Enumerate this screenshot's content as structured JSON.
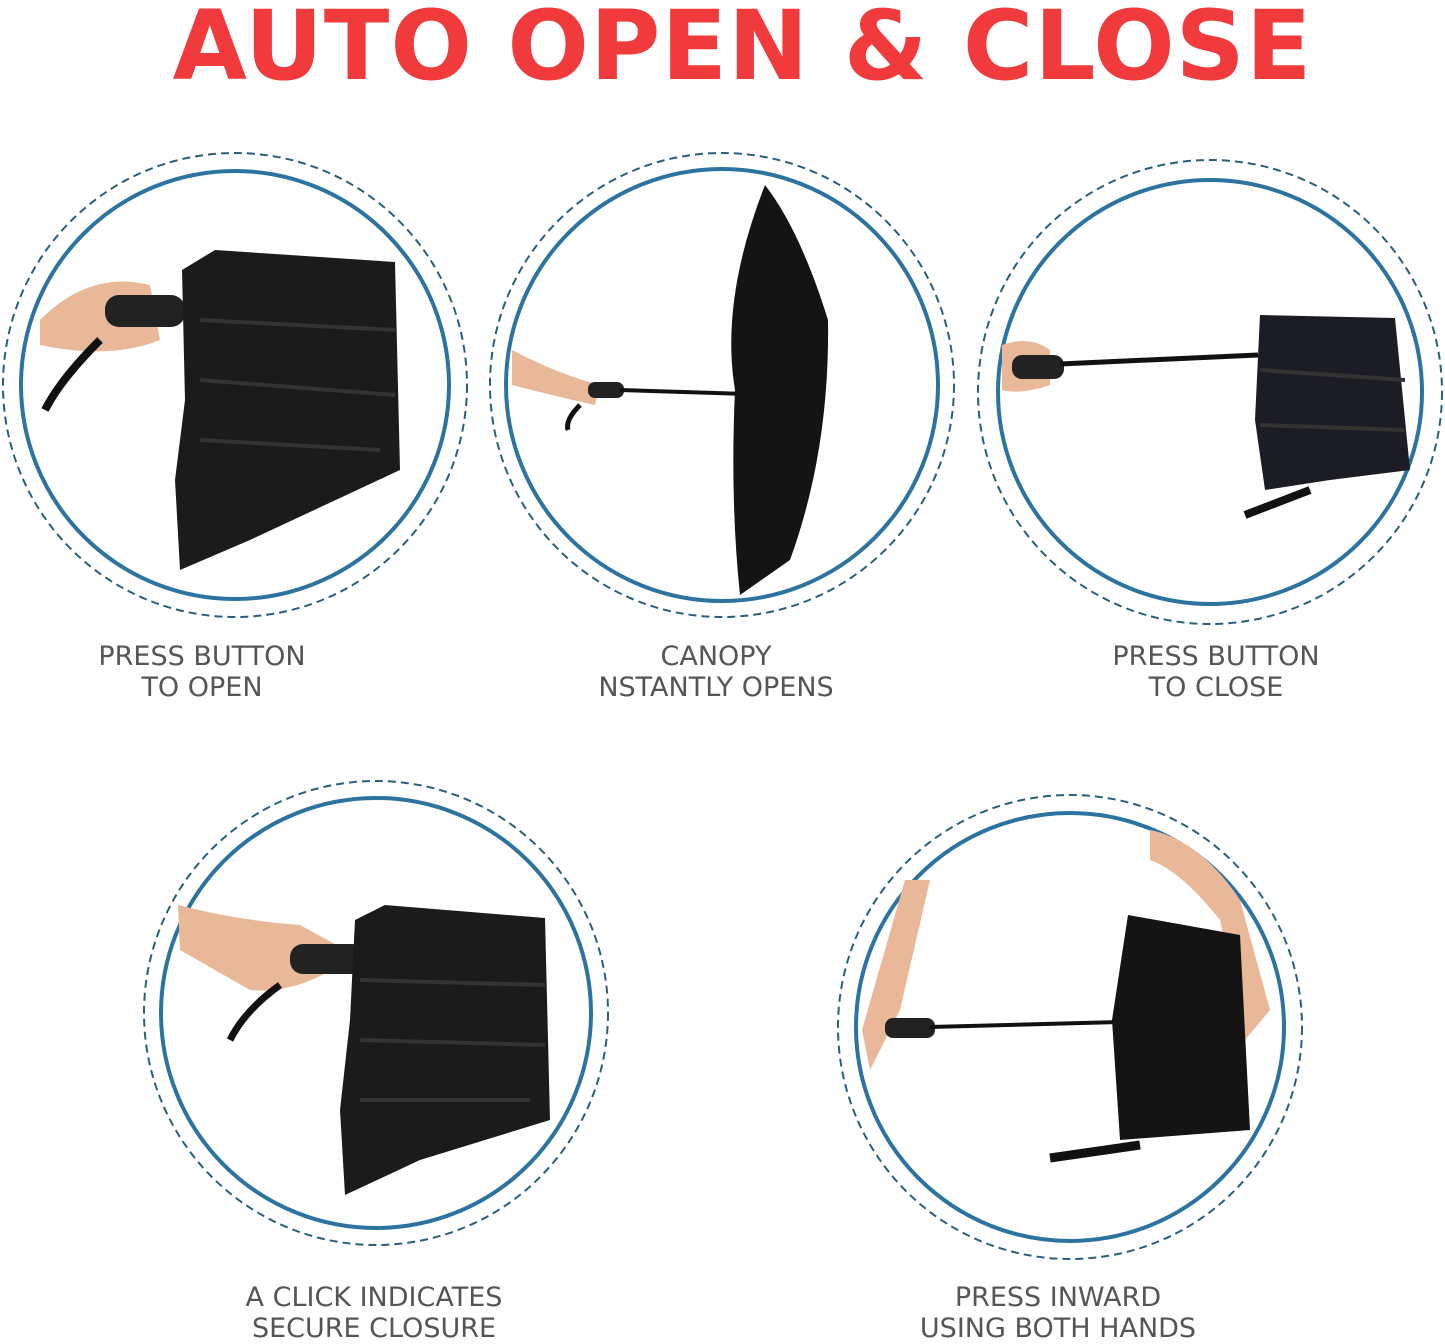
{
  "title": "AUTO OPEN & CLOSE",
  "colors": {
    "title": "#f03a3c",
    "circle_solid": "#2d73a0",
    "circle_dashed": "#2a5f7a",
    "caption": "#555555"
  },
  "steps": [
    {
      "line1": "PRESS BUTTON",
      "line2": "TO OPEN",
      "image": "hand-pressing-button-closed-umbrella"
    },
    {
      "line1": "CANOPY",
      "line2": "NSTANTLY OPENS",
      "image": "open-umbrella-side-view"
    },
    {
      "line1": "PRESS BUTTON",
      "line2": "TO CLOSE",
      "image": "hand-holding-closing-umbrella"
    },
    {
      "line1": "A CLICK INDICATES",
      "line2": "SECURE CLOSURE",
      "image": "hand-holding-closed-umbrella"
    },
    {
      "line1": "PRESS INWARD",
      "line2": "USING BOTH HANDS",
      "image": "two-hands-pushing-umbrella-shaft"
    }
  ]
}
